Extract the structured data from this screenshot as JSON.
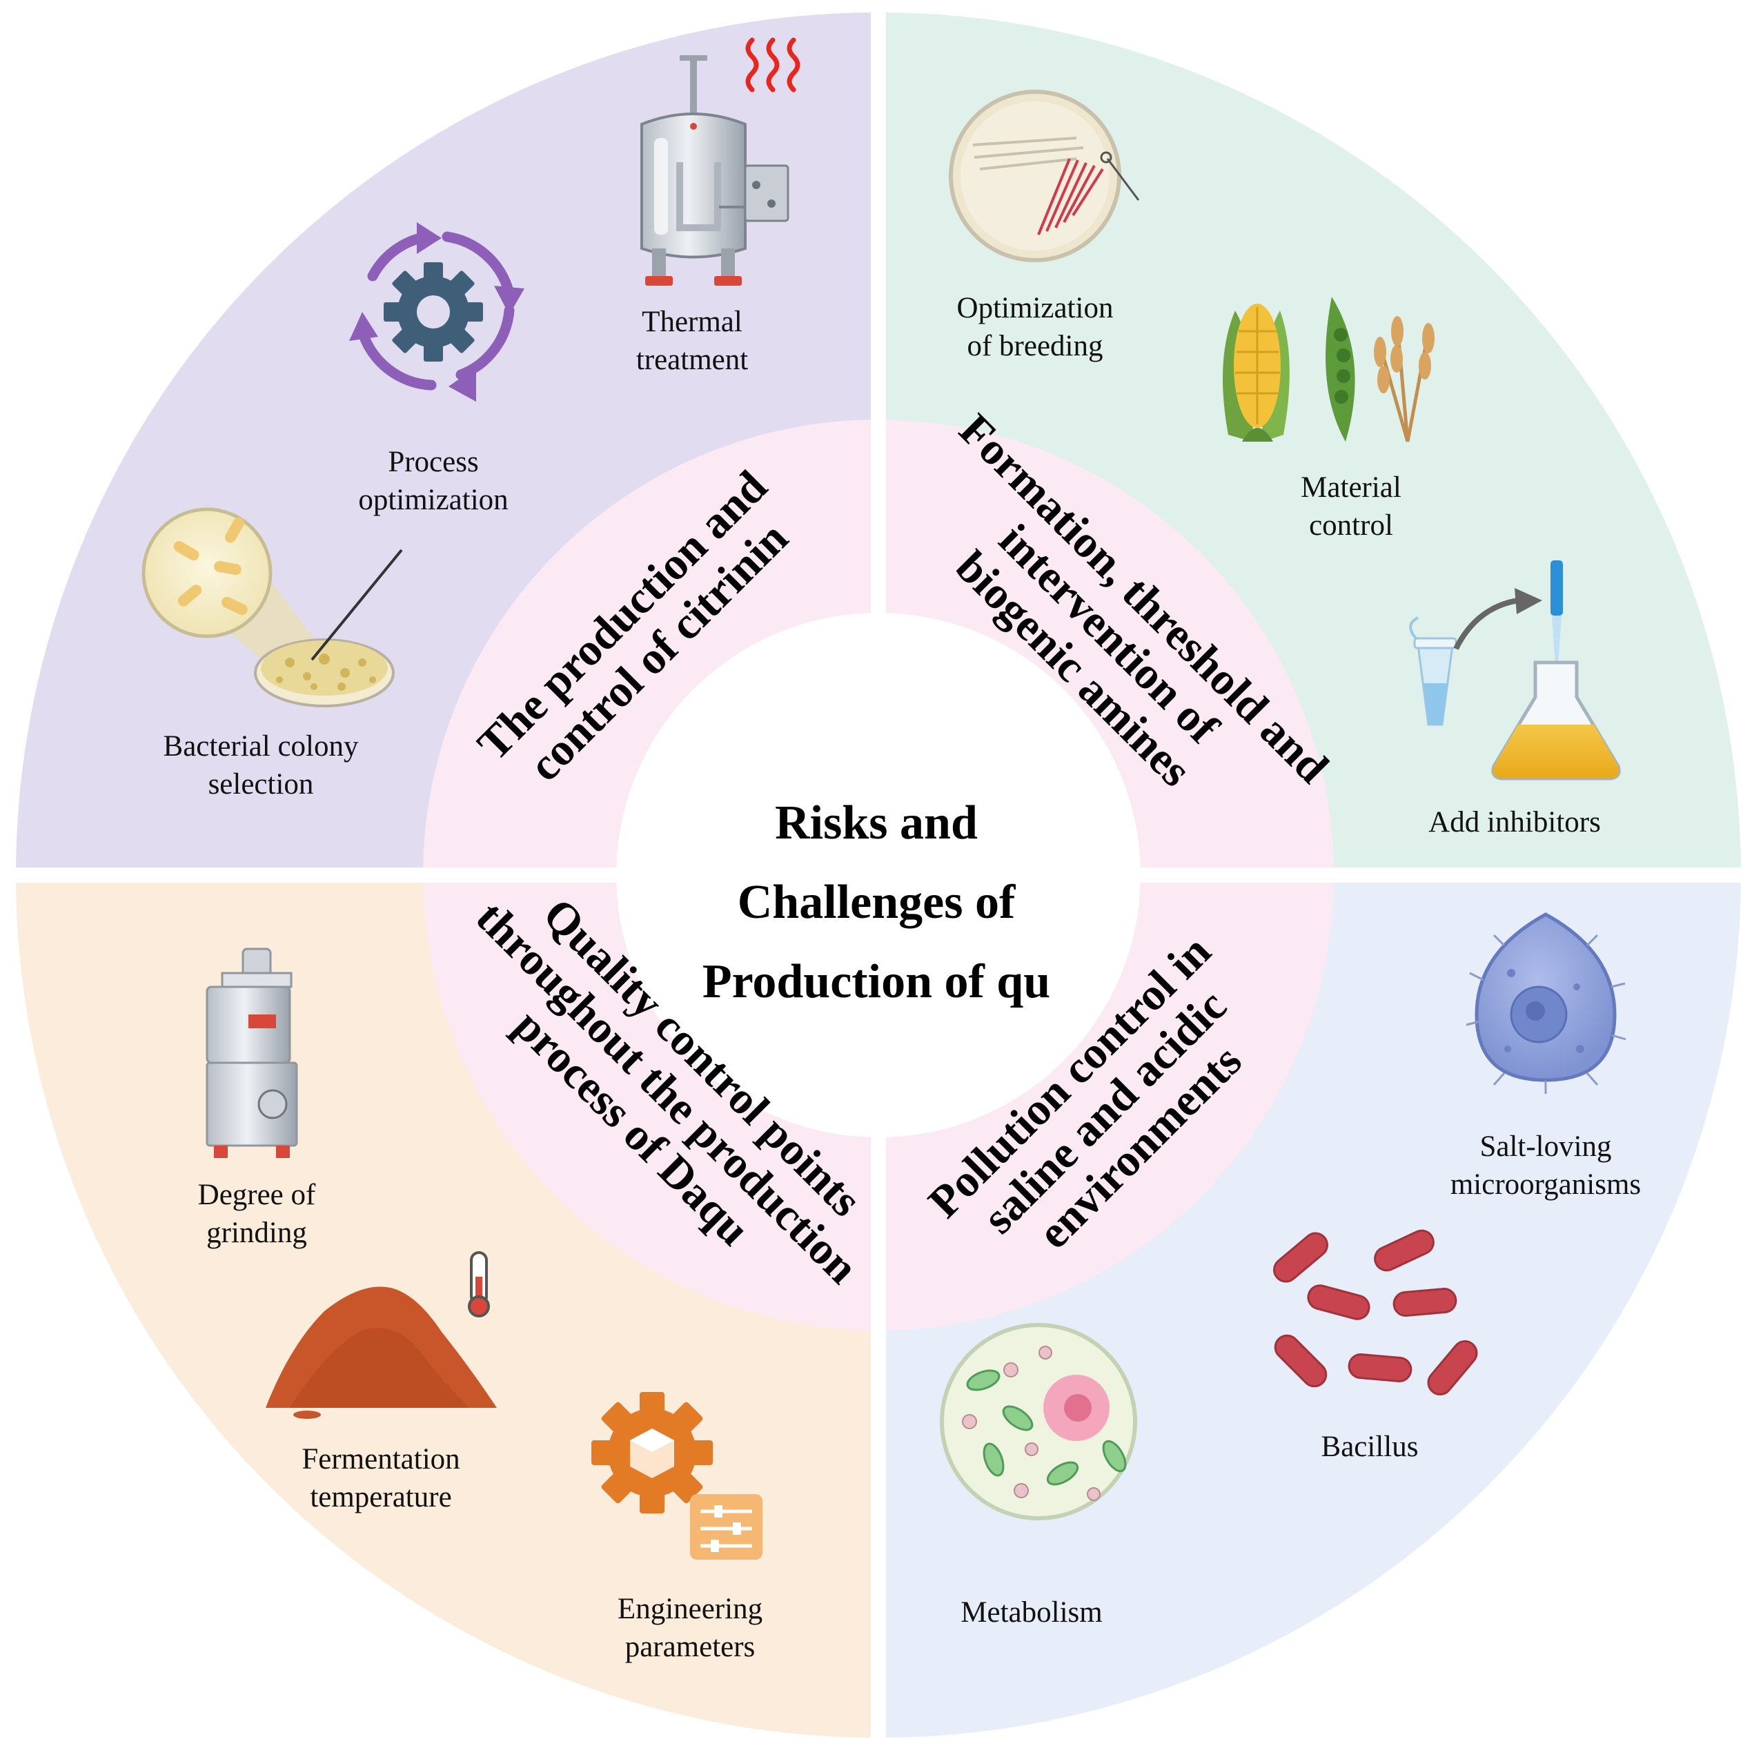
{
  "center": {
    "lines": [
      "Risks and",
      "Challenges of",
      "Production of qu"
    ]
  },
  "ring": {
    "top_left": [
      "The production and",
      "control of citrinin"
    ],
    "top_right": [
      "Formation, threshold and",
      "intervention of",
      "biogenic amines"
    ],
    "bottom_right": [
      "Pollution control in",
      "saline and acidic",
      "environments"
    ],
    "bottom_left": [
      "Quality control points",
      "throughout the production",
      "process of Daqu"
    ]
  },
  "quadrants": {
    "top_left": {
      "color": "#e1dcef",
      "items": [
        {
          "icon": "bioreactor-icon",
          "lines": [
            "Thermal",
            "treatment"
          ]
        },
        {
          "icon": "gear-cycle-icon",
          "lines": [
            "Process",
            "optimization"
          ]
        },
        {
          "icon": "petri-dish-colony-icon",
          "lines": [
            "Bacterial  colony",
            "selection"
          ]
        }
      ]
    },
    "top_right": {
      "color": "#e0f1ec",
      "items": [
        {
          "icon": "streak-plate-icon",
          "lines": [
            "Optimization",
            "of breeding"
          ]
        },
        {
          "icon": "grains-icon",
          "lines": [
            "Material",
            "control"
          ]
        },
        {
          "icon": "flask-pipette-icon",
          "lines": [
            "Add  inhibitors"
          ]
        }
      ]
    },
    "bottom_right": {
      "color": "#e8eef9",
      "items": [
        {
          "icon": "microorganism-cell-icon",
          "lines": [
            "Salt-loving",
            "microorganisms"
          ]
        },
        {
          "icon": "bacillus-rods-icon",
          "lines": [
            "Bacillus"
          ]
        },
        {
          "icon": "cell-culture-icon",
          "lines": [
            "Metabolism"
          ]
        }
      ]
    },
    "bottom_left": {
      "color": "#fcecdc",
      "items": [
        {
          "icon": "grinder-machine-icon",
          "lines": [
            "Degree  of",
            "grinding"
          ]
        },
        {
          "icon": "qu-pile-thermometer-icon",
          "lines": [
            "Fermentation",
            "temperature"
          ]
        },
        {
          "icon": "engineering-gear-icon",
          "lines": [
            "Engineering",
            "parameters"
          ]
        }
      ]
    }
  },
  "colors": {
    "ring_fill": "#fbe9f3",
    "divider": "#ffffff",
    "heat_waves": "#e8261e",
    "gear_purple": "#8e5fb8",
    "gear_blue": "#3f5f78",
    "bacillus_red": "#c8444e",
    "orange_gear": "#e27a26",
    "soil": "#c9562a"
  }
}
